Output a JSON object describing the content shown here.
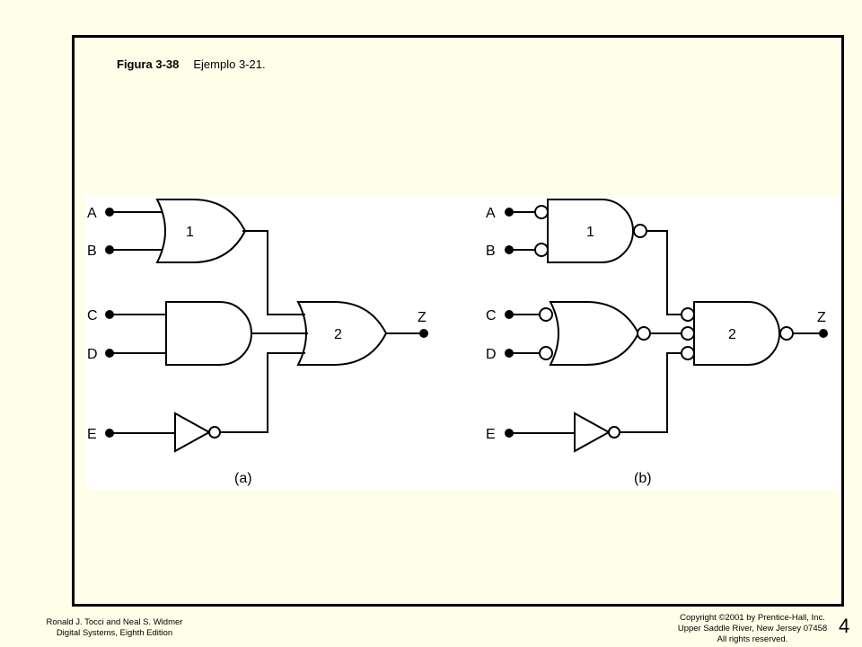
{
  "caption": {
    "figure_number": "Figura 3-38",
    "title": "Ejemplo 3-21."
  },
  "diagram_a": {
    "inputs": [
      "A",
      "B",
      "C",
      "D",
      "E"
    ],
    "output": "Z",
    "gate_labels": [
      "1",
      "2"
    ],
    "sublabel": "(a)"
  },
  "diagram_b": {
    "inputs": [
      "A",
      "B",
      "C",
      "D",
      "E"
    ],
    "output": "Z",
    "gate_labels": [
      "1",
      "2"
    ],
    "sublabel": "(b)"
  },
  "footer": {
    "authors": "Ronald J. Tocci and Neal S. Widmer",
    "book": "Digital Systems, Eighth Edition",
    "copyright": "Copyright ©2001 by Prentice-Hall, Inc.",
    "address": "Upper Saddle River, New Jersey 07458",
    "rights": "All rights reserved.",
    "page_number": "4"
  }
}
